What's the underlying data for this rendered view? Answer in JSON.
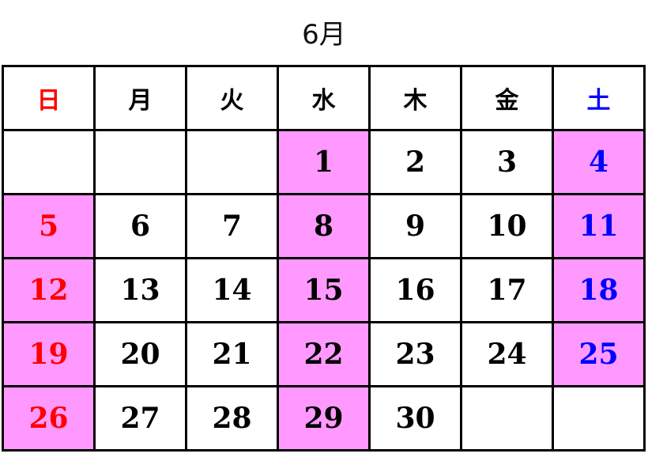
{
  "calendar": {
    "month": "6月",
    "weekdays": [
      "日",
      "月",
      "火",
      "水",
      "木",
      "金",
      "土"
    ],
    "colors": {
      "sunday_text": "#ff0000",
      "saturday_text": "#0000ff",
      "default_text": "#000000",
      "highlight_bg": "#ff99ff"
    },
    "weeks": [
      [
        {
          "day": "",
          "highlight": false
        },
        {
          "day": "",
          "highlight": false
        },
        {
          "day": "",
          "highlight": false
        },
        {
          "day": "1",
          "highlight": true
        },
        {
          "day": "2",
          "highlight": false
        },
        {
          "day": "3",
          "highlight": false
        },
        {
          "day": "4",
          "highlight": true
        }
      ],
      [
        {
          "day": "5",
          "highlight": true
        },
        {
          "day": "6",
          "highlight": false
        },
        {
          "day": "7",
          "highlight": false
        },
        {
          "day": "8",
          "highlight": true
        },
        {
          "day": "9",
          "highlight": false
        },
        {
          "day": "10",
          "highlight": false
        },
        {
          "day": "11",
          "highlight": true
        }
      ],
      [
        {
          "day": "12",
          "highlight": true
        },
        {
          "day": "13",
          "highlight": false
        },
        {
          "day": "14",
          "highlight": false
        },
        {
          "day": "15",
          "highlight": true
        },
        {
          "day": "16",
          "highlight": false
        },
        {
          "day": "17",
          "highlight": false
        },
        {
          "day": "18",
          "highlight": true
        }
      ],
      [
        {
          "day": "19",
          "highlight": true
        },
        {
          "day": "20",
          "highlight": false
        },
        {
          "day": "21",
          "highlight": false
        },
        {
          "day": "22",
          "highlight": true
        },
        {
          "day": "23",
          "highlight": false
        },
        {
          "day": "24",
          "highlight": false
        },
        {
          "day": "25",
          "highlight": true
        }
      ],
      [
        {
          "day": "26",
          "highlight": true
        },
        {
          "day": "27",
          "highlight": false
        },
        {
          "day": "28",
          "highlight": false
        },
        {
          "day": "29",
          "highlight": true
        },
        {
          "day": "30",
          "highlight": false
        },
        {
          "day": "",
          "highlight": false
        },
        {
          "day": "",
          "highlight": false
        }
      ]
    ]
  }
}
